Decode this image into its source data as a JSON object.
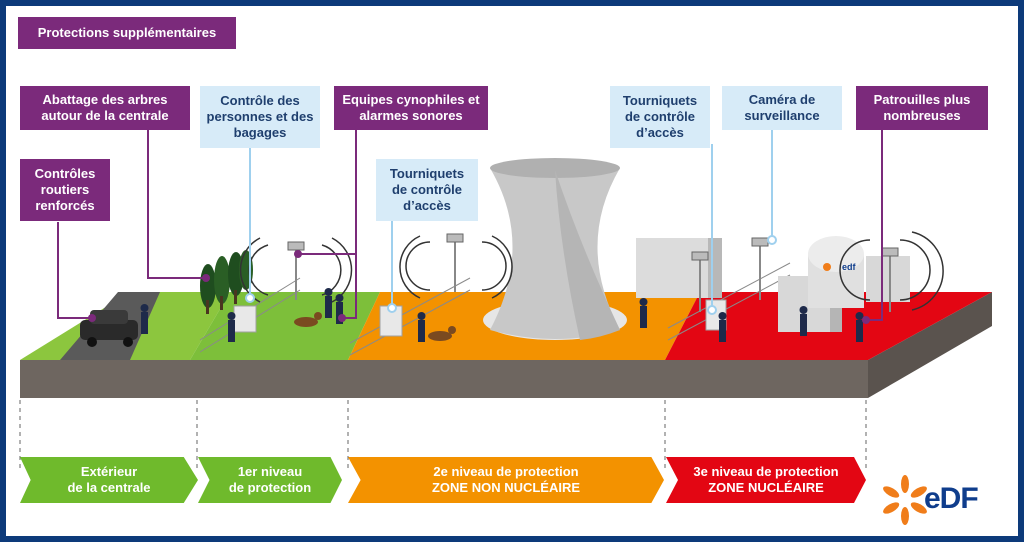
{
  "title": "Protections supplémentaires",
  "callouts": {
    "abattage": "Abattage des arbres autour de la centrale",
    "controles_routiers": "Contrôles routiers renforcés",
    "controle_personnes": "Contrôle des personnes et des bagages",
    "equipes_cyno": "Equipes cynophiles et alarmes sonores",
    "tourniquets_1": "Tourniquets de contrôle d’accès",
    "tourniquets_2": "Tourniquets de contrôle d’accès",
    "camera": "Caméra de surveillance",
    "patrouilles": "Patrouilles plus nombreuses"
  },
  "zones": [
    {
      "line1": "Extérieur",
      "line2": "de la centrale",
      "color": "#6fba2c"
    },
    {
      "line1": "1er niveau",
      "line2": "de protection",
      "color": "#6fba2c"
    },
    {
      "line1": "2e niveau de protection",
      "line2": "ZONE NON NUCLÉAIRE",
      "color": "#f39200"
    },
    {
      "line1": "3e niveau de protection",
      "line2": "ZONE NUCLÉAIRE",
      "color": "#e30613"
    }
  ],
  "building_logo": "edf",
  "logo": {
    "text": "eDF",
    "colors": {
      "petals": "#f07d1a",
      "text": "#0f3d8c"
    }
  },
  "colors": {
    "purple": "#7b2a7b",
    "light_blue": "#d7ebf8",
    "green": "#6fba2c",
    "orange": "#f39200",
    "red": "#e30613",
    "border": "#0d3a7a"
  }
}
